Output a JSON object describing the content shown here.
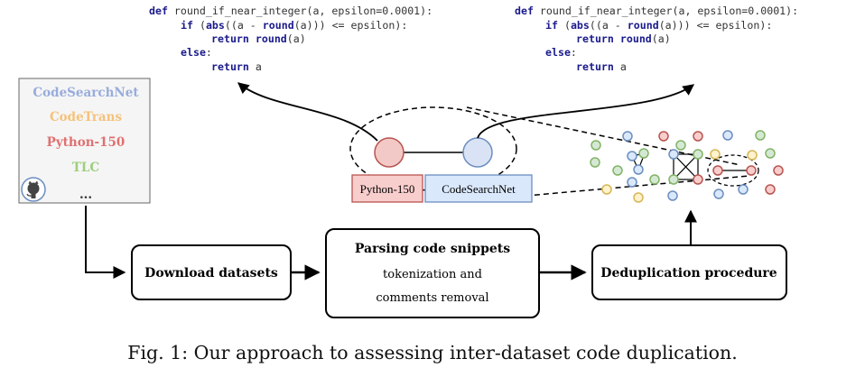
{
  "code_left": {
    "line1": {
      "kw": "def",
      "rest": " round_if_near_integer(a, epsilon=0.0001):"
    },
    "line2": {
      "kw": "if",
      "p1": " (",
      "kw2": "abs",
      "p2": "((a - ",
      "kw3": "round",
      "p3": "(a))) <= epsilon):"
    },
    "line3": {
      "kw": "return",
      "p1": " ",
      "kw2": "round",
      "p2": "(a)"
    },
    "line4": {
      "kw": "else",
      "p1": ":"
    },
    "line5": {
      "kw": "return",
      "p1": " a"
    }
  },
  "code_right": {
    "line1": {
      "kw": "def",
      "rest": " round_if_near_integer(a, epsilon=0.0001):"
    },
    "line2": {
      "kw": "if",
      "p1": " (",
      "kw2": "abs",
      "p2": "((a - ",
      "kw3": "round",
      "p3": "(a))) <= epsilon):"
    },
    "line3": {
      "kw": "return",
      "p1": " ",
      "kw2": "round",
      "p2": "(a)"
    },
    "line4": {
      "kw": "else",
      "p1": ":"
    },
    "line5": {
      "kw": "return",
      "p1": " a"
    }
  },
  "datasets": {
    "items": [
      {
        "name": "CodeSearchNet",
        "color": "#98acdc"
      },
      {
        "name": "CodeTrans",
        "color": "#f5c27a"
      },
      {
        "name": "Python-150",
        "color": "#e07070"
      },
      {
        "name": "TLC",
        "color": "#9fce7f"
      }
    ],
    "more": "..."
  },
  "tags": {
    "left": "Python-150",
    "right": "CodeSearchNet"
  },
  "steps": {
    "download": "Download datasets",
    "parsing_title": "Parsing code snippets",
    "parsing_line1": "tokenization and",
    "parsing_line2": "comments removal",
    "dedup": "Deduplication procedure"
  },
  "colors": {
    "red_node_fill": "#f2c9c6",
    "red_node_stroke": "#b85450",
    "blue_node_fill": "#dae3f5",
    "blue_node_stroke": "#6c8ebf",
    "tag_red_fill": "#f8cecc",
    "tag_blue_fill": "#dae8fc",
    "panel_fill": "#f5f5f5",
    "panel_stroke": "#666666"
  },
  "caption": "Fig. 1: Our approach to assessing inter-dataset code duplication."
}
